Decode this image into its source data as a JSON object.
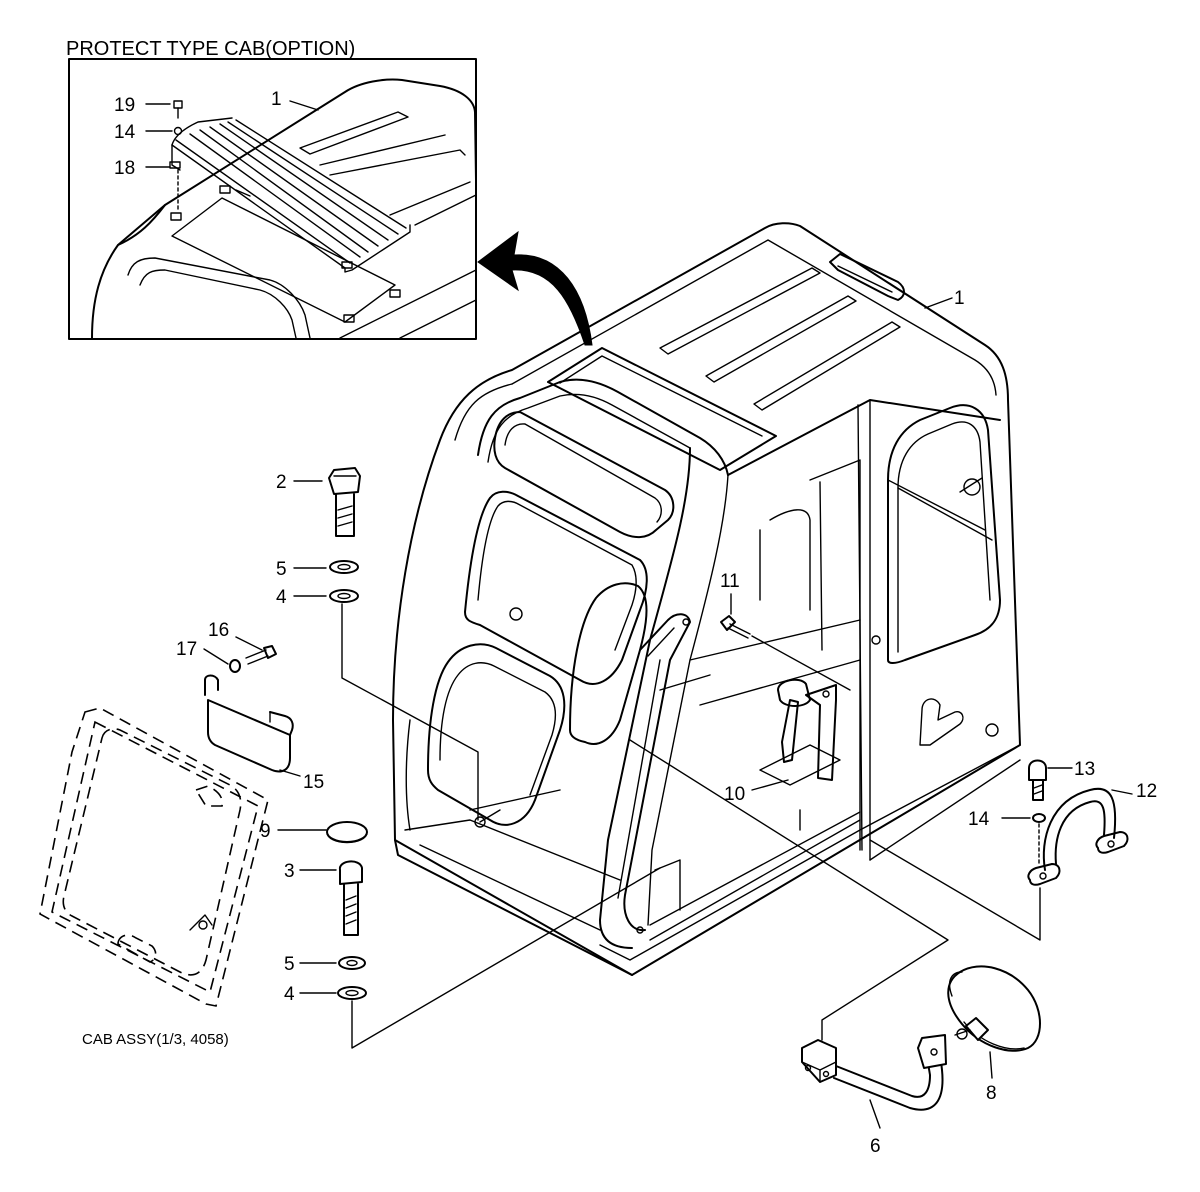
{
  "inset": {
    "title": "PROTECT TYPE CAB(OPTION)"
  },
  "window_caption": "CAB ASSY(1/3, 4058)",
  "callouts": {
    "inset_19": "19",
    "inset_14": "14",
    "inset_18": "18",
    "inset_1": "1",
    "cab_1": "1",
    "bolt_2": "2",
    "spring_washer_5a": "5",
    "washer_4a": "4",
    "bolt_16": "16",
    "washer_17": "17",
    "handle_15": "15",
    "cap_9": "9",
    "bolt_3": "3",
    "spring_washer_5b": "5",
    "washer_4b": "4",
    "bolt_11": "11",
    "lever_10": "10",
    "bolt_13": "13",
    "washer_14": "14",
    "handrail_12": "12",
    "stay_6": "6",
    "mirror_8": "8"
  }
}
